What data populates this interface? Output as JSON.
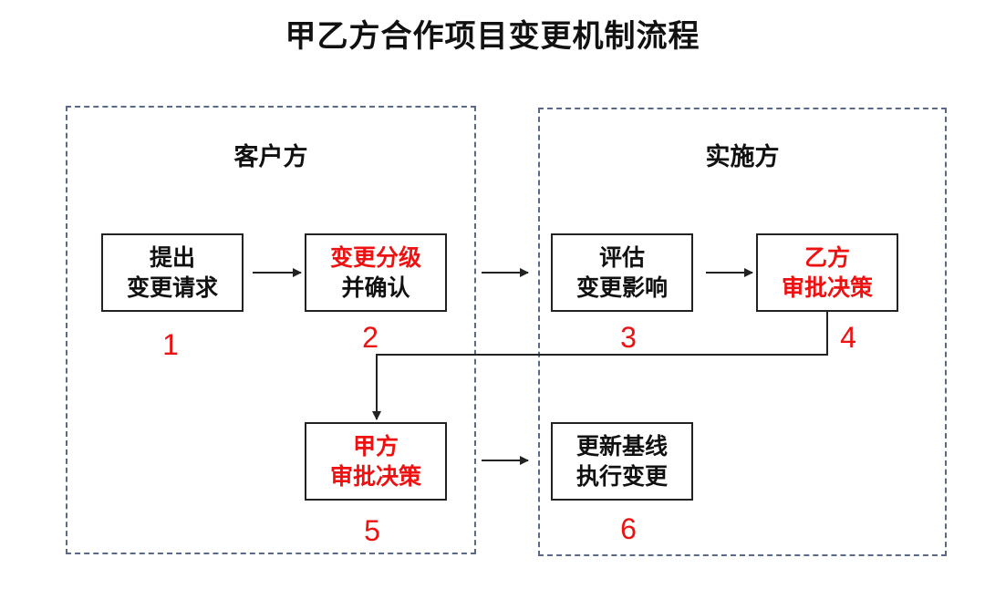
{
  "title": "甲乙方合作项目变更机制流程",
  "lanes": {
    "client": {
      "label": "客户方"
    },
    "implementer": {
      "label": "实施方"
    }
  },
  "steps": [
    {
      "number": "1",
      "line1": "提出",
      "line2": "变更请求",
      "line1_color": "black",
      "line2_color": "black"
    },
    {
      "number": "2",
      "line1": "变更分级",
      "line2": "并确认",
      "line1_color": "red",
      "line2_color": "black"
    },
    {
      "number": "3",
      "line1": "评估",
      "line2": "变更影响",
      "line1_color": "black",
      "line2_color": "black"
    },
    {
      "number": "4",
      "line1": "乙方",
      "line2": "审批决策",
      "line1_color": "red",
      "line2_color": "red"
    },
    {
      "number": "5",
      "line1": "甲方",
      "line2": "审批决策",
      "line1_color": "red",
      "line2_color": "red"
    },
    {
      "number": "6",
      "line1": "更新基线",
      "line2": "执行变更",
      "line1_color": "black",
      "line2_color": "black"
    }
  ],
  "colors": {
    "highlight": "#ee1111",
    "text": "#111111",
    "lane_border": "#5a6a86"
  }
}
